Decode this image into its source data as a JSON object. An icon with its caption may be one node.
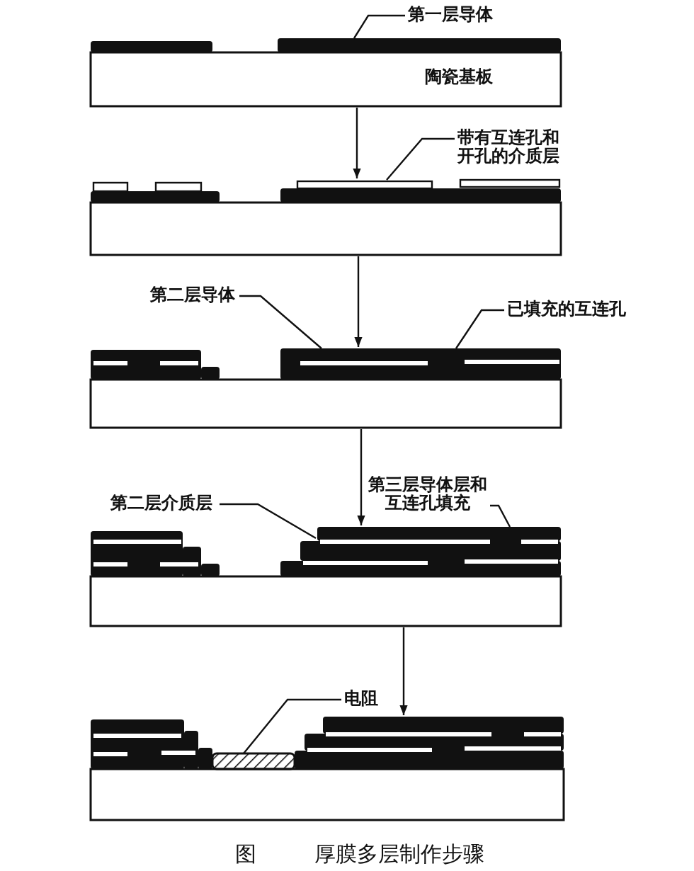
{
  "diagram": {
    "caption": "图 厚膜多层制作步骤",
    "nodes": [
      {
        "text": [],
        "shape": "box"
      },
      {
        "text": [],
        "shape": "box"
      },
      {
        "text": [],
        "shape": "box"
      },
      {
        "text": [],
        "shape": "box"
      },
      {
        "text": [],
        "shape": "box"
      },
      {
        "text": [
          "第一层导体"
        ]
      },
      {
        "text": [
          "带有互连孔和开孔的介质层"
        ]
      },
      {
        "text": [
          "第二层导体"
        ]
      },
      {
        "text": [
          "已填充的互连孔"
        ]
      },
      {
        "text": [
          "第二层介质层"
        ]
      },
      {
        "text": [
          "第三层导体层和互连孔填充"
        ]
      },
      {
        "text": [
          "电阻"
        ]
      }
    ],
    "edges": [
      {
        "from": 0,
        "to": 1,
        "arrow": "to"
      },
      {
        "from": 1,
        "to": 2,
        "arrow": "to"
      },
      {
        "from": 2,
        "to": 3,
        "arrow": "to"
      },
      {
        "from": 3,
        "to": 4,
        "arrow": "to"
      },
      {
        "from": 5,
        "to": 0,
        "arrow": "none"
      },
      {
        "from": 6,
        "to": 1,
        "arrow": "none"
      },
      {
        "from": 7,
        "to": 2,
        "arrow": "none"
      },
      {
        "from": 8,
        "to": 2,
        "arrow": "none"
      },
      {
        "from": 9,
        "to": 3,
        "arrow": "none"
      },
      {
        "from": 10,
        "to": 3,
        "arrow": "none"
      },
      {
        "from": 11,
        "to": 4,
        "arrow": "none"
      }
    ],
    "labels": [
      "陶瓷基板"
    ]
  }
}
